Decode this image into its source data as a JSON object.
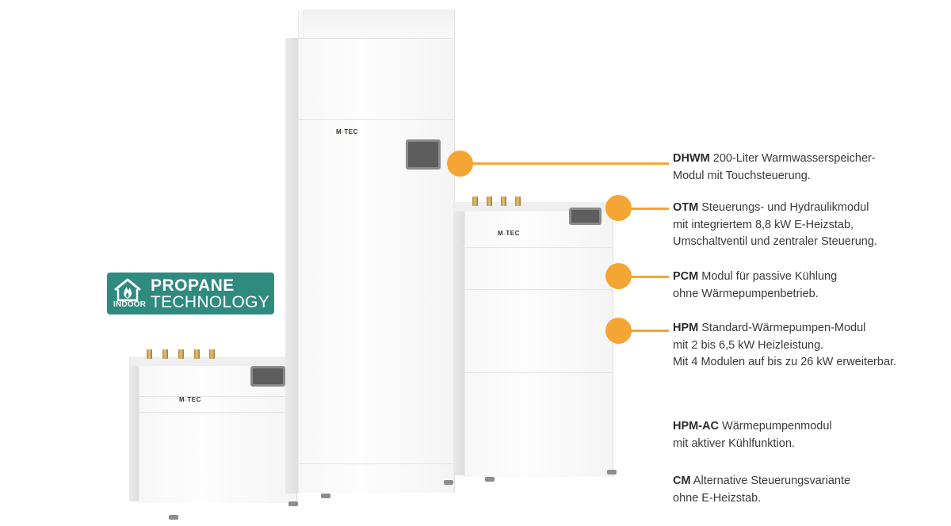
{
  "badge": {
    "line1": "PROPANE",
    "line2": "TECHNOLOGY",
    "indoor": "INDOOR",
    "icon": "house-flame-icon",
    "color": "#2f8a80"
  },
  "brand": {
    "prefix": "M",
    "accent": "-",
    "suffix": "TEC"
  },
  "accent_color": "#f4a533",
  "callouts": [
    {
      "code": "DHWM",
      "lines": [
        "200-Liter Warmwasserspeicher-",
        "Modul mit Touchsteuerung."
      ]
    },
    {
      "code": "OTM",
      "lines": [
        "Steuerungs- und Hydraulikmodul",
        "mit integriertem 8,8 kW E-Heizstab,",
        "Umschaltventil und zentraler Steuerung."
      ]
    },
    {
      "code": "PCM",
      "lines": [
        "Modul für passive Kühlung",
        "ohne Wärmepumpenbetrieb."
      ]
    },
    {
      "code": "HPM",
      "lines": [
        "Standard-Wärmepumpen-Modul",
        "mit 2 bis 6,5 kW Heizleistung.",
        "Mit 4 Modulen auf bis zu 26 kW erweiterbar."
      ]
    },
    {
      "code": "HPM-AC",
      "lines": [
        "Wärmepumpenmodul",
        "mit aktiver Kühlfunktion."
      ]
    },
    {
      "code": "CM",
      "lines": [
        "Alternative Steuerungsvariante",
        "ohne E-Heizstab."
      ]
    }
  ]
}
